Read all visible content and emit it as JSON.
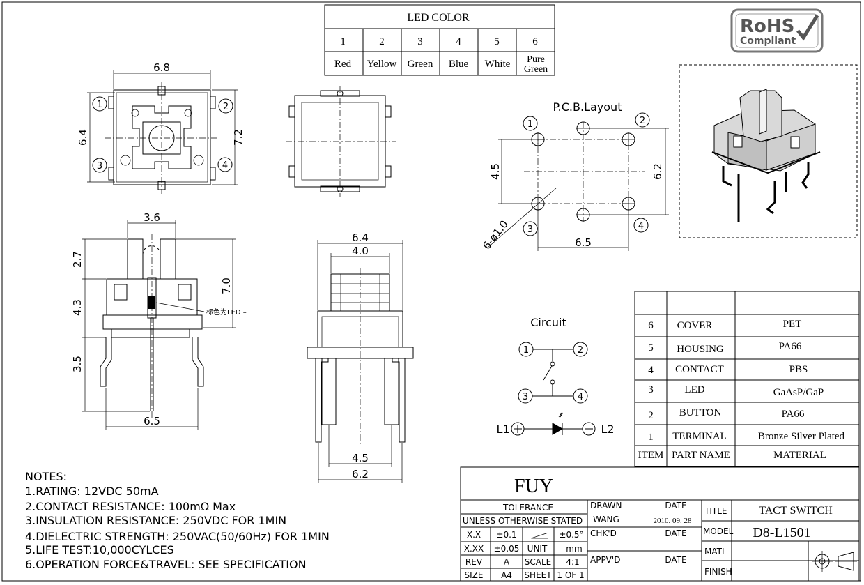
{
  "led_color": {
    "title": "LED COLOR",
    "numbers": [
      "1",
      "2",
      "3",
      "4",
      "5",
      "6"
    ],
    "colors": [
      "Red",
      "Yellow",
      "Green",
      "Blue",
      "White"
    ],
    "color6_line1": "Pure",
    "color6_line2": "Green"
  },
  "rohs": {
    "line1": "RoHS",
    "line2": "Compliant"
  },
  "top_view": {
    "width": "6.8",
    "height_left": "6.4",
    "height_right": "7.2",
    "pins": [
      "1",
      "2",
      "3",
      "4"
    ]
  },
  "pcb": {
    "title": "P.C.B.Layout",
    "dim_height": "4.5",
    "dim_height_outer": "6.2",
    "dim_width": "6.5",
    "hole": "6-ø1.0",
    "pins": [
      "1",
      "2",
      "3",
      "4"
    ]
  },
  "side_view": {
    "top_width": "3.6",
    "d_button": "2.7",
    "d_body": "4.3",
    "d_lead": "3.5",
    "d_total": "7.0",
    "base_width": "6.5",
    "led_label": "标色为LED –"
  },
  "front_view": {
    "width": "6.4",
    "button_width": "4.0",
    "pin_spacing": "4.5",
    "base_width": "6.2"
  },
  "circuit": {
    "title": "Circuit",
    "nodes": [
      "1",
      "2",
      "3",
      "4"
    ],
    "l1": "L1",
    "l2": "L2"
  },
  "bom": {
    "rows": [
      {
        "item": "6",
        "part": "COVER",
        "material": "PET"
      },
      {
        "item": "5",
        "part": "HOUSING",
        "material": "PA66"
      },
      {
        "item": "4",
        "part": "CONTACT",
        "material": "PBS"
      },
      {
        "item": "3",
        "part": "LED",
        "material": "GaAsP/GaP"
      },
      {
        "item": "2",
        "part": "BUTTON",
        "material": "PA66"
      },
      {
        "item": "1",
        "part": "TERMINAL",
        "material": "Bronze Silver Plated"
      }
    ],
    "header": {
      "item": "ITEM",
      "part": "PART NAME",
      "material": "MATERIAL"
    }
  },
  "notes": {
    "title": "NOTES:",
    "items": [
      "1.RATING: 12VDC 50mA",
      "2.CONTACT RESISTANCE: 100mΩ Max",
      "3.INSULATION RESISTANCE: 250VDC FOR 1MIN",
      "4.DIELECTRIC STRENGTH: 250VAC(50/60Hz) FOR 1MIN",
      "5.LIFE TEST:10,000CYLCES",
      "6.OPERATION FORCE&TRAVEL: SEE SPECIFICATION"
    ]
  },
  "title_block": {
    "company": "FUY",
    "tolerance": "TOLERANCE",
    "unless": "UNLESS OTHERWISE STATED",
    "xx": "X.X",
    "xx_val": "±0.1",
    "xxx": "X.XX",
    "xxx_val": "±0.05",
    "angle_val": "±0.5°",
    "unit": "UNIT",
    "unit_val": "mm",
    "rev": "REV",
    "rev_val": "A",
    "scale": "SCALE",
    "scale_val": "4:1",
    "size": "SIZE",
    "size_val": "A4",
    "sheet": "SHEET",
    "sheet_val": "1 OF 1",
    "drawn": "DRAWN",
    "drawn_by": "WANG",
    "date_label": "DATE",
    "drawn_date": "2010. 09. 28",
    "chkd": "CHK'D",
    "appvd": "APPV'D",
    "title_label": "TITLE",
    "title_val": "TACT  SWITCH",
    "model_label": "MODEL",
    "model_val": "D8-L1501",
    "matl_label": "MATL",
    "finish_label": "FINISH"
  }
}
